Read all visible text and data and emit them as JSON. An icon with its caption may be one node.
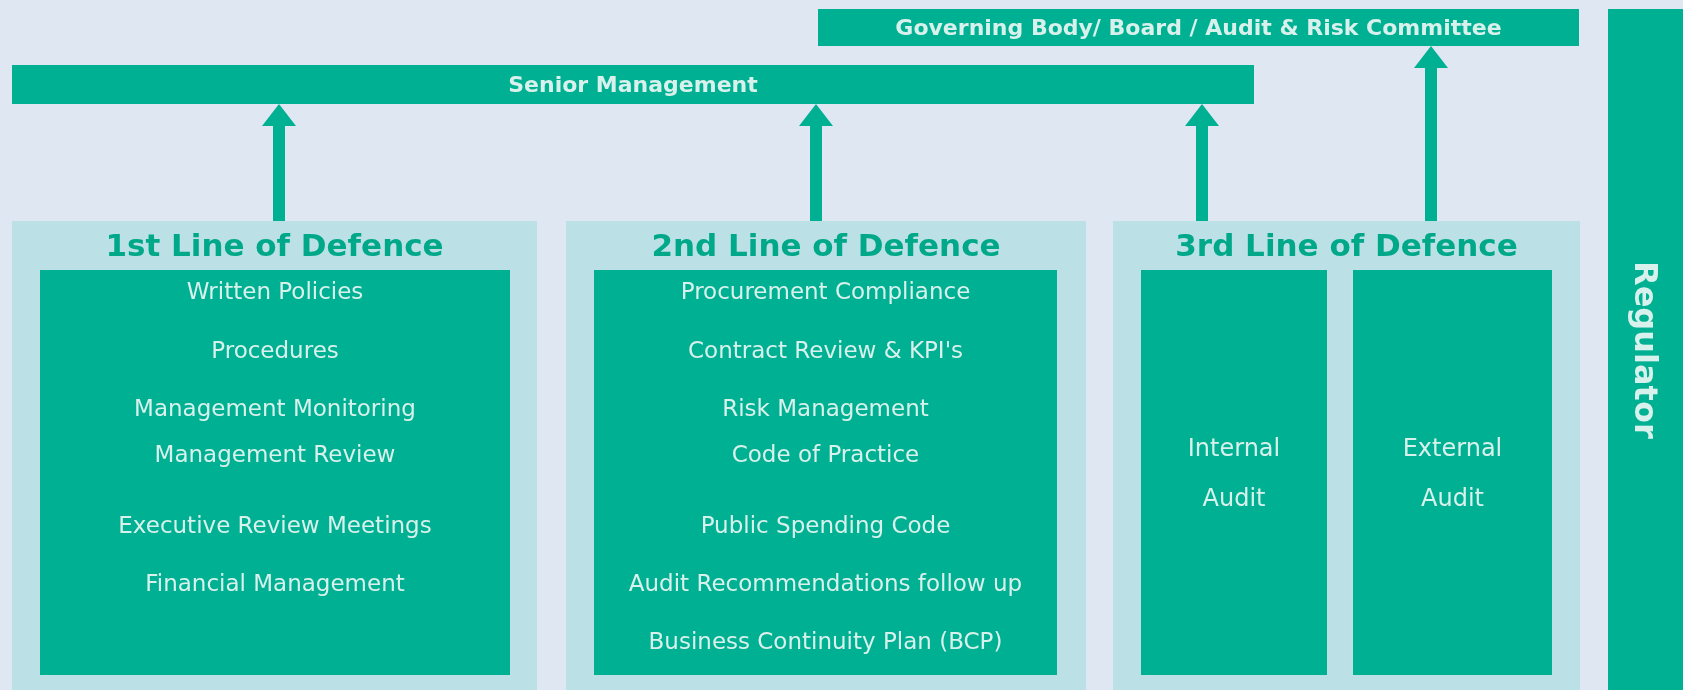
{
  "diagram": {
    "nodes": [
      {
        "text": [
          "Governing Body/ Board / Audit & Risk Committee"
        ]
      },
      {
        "text": [
          "Senior Management"
        ]
      },
      {
        "text": [
          "1st Line of Defence"
        ]
      },
      {
        "text": [
          "Written Policies",
          "Procedures",
          "Management Monitoring",
          "Management Review",
          "Executive Review Meetings",
          "Financial Management"
        ],
        "in": 2
      },
      {
        "text": [
          "2nd Line of Defence"
        ]
      },
      {
        "text": [
          "Procurement Compliance",
          "Contract Review & KPI's",
          "Risk Management",
          "Code of Practice",
          "Public Spending Code",
          "Audit Recommendations follow up",
          "Business Continuity Plan (BCP)"
        ],
        "in": 4
      },
      {
        "text": [
          "3rd Line of Defence"
        ]
      },
      {
        "text": [
          "Internal Audit"
        ],
        "in": 6
      },
      {
        "text": [
          "External Audit"
        ],
        "in": 6
      },
      {
        "text": [
          "Regulator"
        ]
      }
    ],
    "edges": [
      {
        "from": 2,
        "to": 1,
        "arrow": "to"
      },
      {
        "from": 4,
        "to": 1,
        "arrow": "to"
      },
      {
        "from": 6,
        "to": 1,
        "arrow": "to"
      },
      {
        "from": 6,
        "to": 0,
        "arrow": "to"
      }
    ]
  }
}
